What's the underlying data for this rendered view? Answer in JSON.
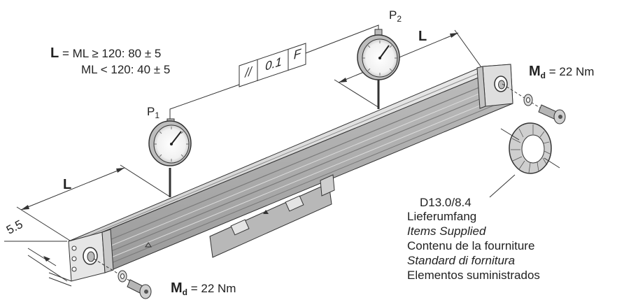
{
  "length_formula": {
    "symbol": "L",
    "equals": "=",
    "row1": "ML ≥ 120: 80 ± 5",
    "row2": "ML < 120: 40 ± 5"
  },
  "dimensions": {
    "length_label_left": "L",
    "length_label_right": "L",
    "side_offset": "5.5"
  },
  "gauges": {
    "p1": {
      "letter": "P",
      "sub": "1"
    },
    "p2": {
      "letter": "P",
      "sub": "2"
    }
  },
  "tolerance_frame": {
    "symbol": "//",
    "value": "0.1",
    "datum": "F"
  },
  "torque": {
    "symbol": "M",
    "sub": "d",
    "value": "= 22 Nm"
  },
  "washer_code": "D13.0/8.4",
  "items_supplied": [
    {
      "text": "Lieferumfang",
      "italic": false
    },
    {
      "text": "Items Supplied",
      "italic": true
    },
    {
      "text": "Contenu de la fourniture",
      "italic": false
    },
    {
      "text": "Standard di fornitura",
      "italic": true
    },
    {
      "text": "Elementos suministrados",
      "italic": false
    }
  ]
}
